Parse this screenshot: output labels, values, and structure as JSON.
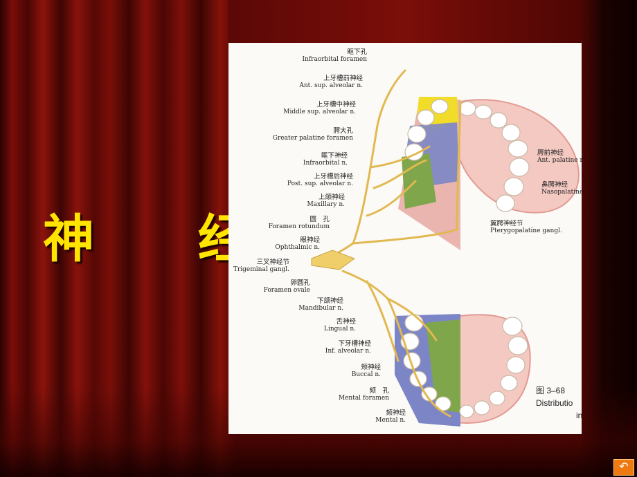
{
  "slide": {
    "title": "神  经",
    "nav_icon": "return-arrow-icon"
  },
  "figure": {
    "labels": [
      {
        "zh": "眶下孔",
        "en": "Infraorbital foramen"
      },
      {
        "zh": "上牙槽前神经",
        "en": "Ant. sup. alveolar n."
      },
      {
        "zh": "上牙槽中神经",
        "en": "Middle sup. alveolar n."
      },
      {
        "zh": "腭大孔",
        "en": "Greater palatine foramen"
      },
      {
        "zh": "眶下神经",
        "en": "Infraorbital n."
      },
      {
        "zh": "上牙槽后神经",
        "en": "Post. sup. alveolar n."
      },
      {
        "zh": "上颌神经",
        "en": "Maxillary n."
      },
      {
        "zh": "圆　孔",
        "en": "Foramen rotundum"
      },
      {
        "zh": "眼神经",
        "en": "Ophthalmic n."
      },
      {
        "zh": "三叉神经节",
        "en": "Trigeminal gangl."
      },
      {
        "zh": "卵圆孔",
        "en": "Foramen ovale"
      },
      {
        "zh": "下颌神经",
        "en": "Mandibular n."
      },
      {
        "zh": "舌神经",
        "en": "Lingual n."
      },
      {
        "zh": "下牙槽神经",
        "en": "Inf. alveolar n."
      },
      {
        "zh": "颊神经",
        "en": "Buccal n."
      },
      {
        "zh": "颏　孔",
        "en": "Mental foramen"
      },
      {
        "zh": "颏神经",
        "en": "Mental n."
      }
    ],
    "right_labels": [
      {
        "zh": "腭前神经",
        "en": "Ant. palatine n"
      },
      {
        "zh": "鼻腭神经",
        "en": "Nasopalatine"
      },
      {
        "zh": "翼腭神经节",
        "en": "Pterygopalatine gangl."
      }
    ],
    "caption_line1": "图 3–68",
    "caption_line2": "Distributio",
    "caption_line3": "in"
  },
  "colors": {
    "title": "#ffe400",
    "nerve": "#e8c060",
    "yellow_zone": "#f2dc2a",
    "blue_zone": "#6e7fc0",
    "green_zone": "#7fa64a",
    "gum": "#e9a7a0"
  }
}
